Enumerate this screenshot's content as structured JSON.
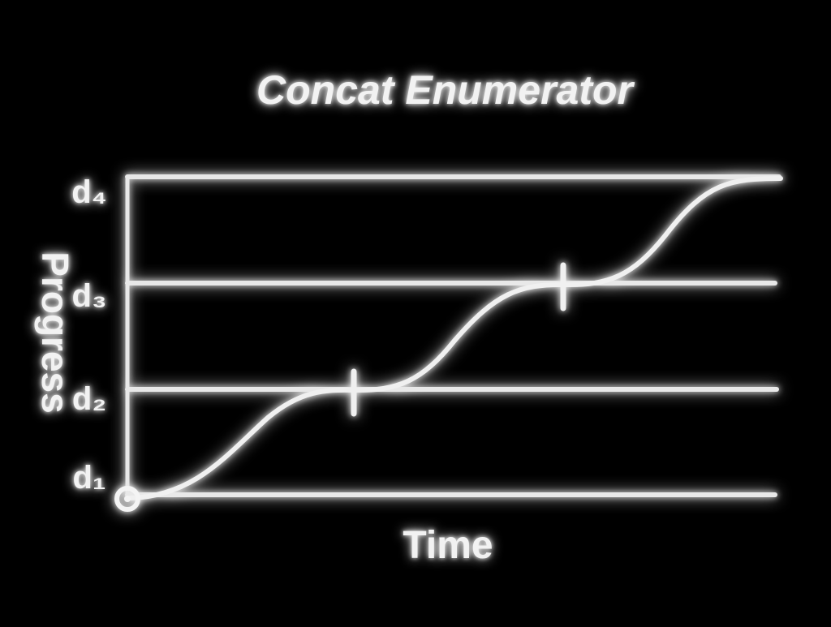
{
  "title": "Concat Enumerator",
  "xlabel": "Time",
  "ylabel": "Progress",
  "colors": {
    "background": "#000000",
    "line": "#e8e8e8",
    "glow": "#ffffff"
  },
  "levels": [
    {
      "label": "d₁",
      "value": 1
    },
    {
      "label": "d₂",
      "value": 2
    },
    {
      "label": "d₃",
      "value": 3
    },
    {
      "label": "d₄",
      "value": 4
    }
  ],
  "segment_boundaries": [
    {
      "from_level": 2
    },
    {
      "from_level": 3
    }
  ],
  "start_marker": "origin-circle"
}
